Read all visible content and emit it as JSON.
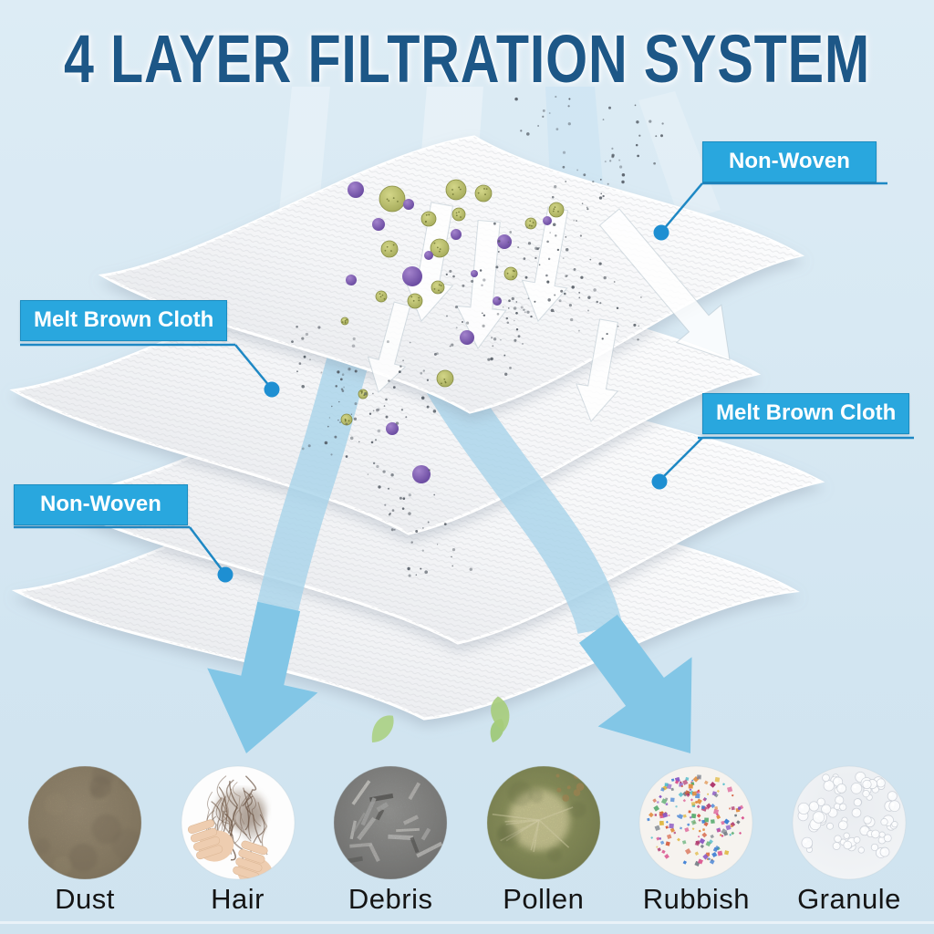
{
  "title": "4 LAYER FILTRATION SYSTEM",
  "callouts": [
    {
      "id": "top-right",
      "label": "Non-Woven"
    },
    {
      "id": "mid-left",
      "label": "Melt Brown Cloth"
    },
    {
      "id": "mid-right",
      "label": "Melt Brown Cloth"
    },
    {
      "id": "bottom-left",
      "label": "Non-Woven"
    }
  ],
  "layers_in_order": [
    "Non-Woven",
    "Melt Brown Cloth",
    "Melt Brown Cloth",
    "Non-Woven"
  ],
  "filtered_items": [
    "Dust",
    "Hair",
    "Debris",
    "Pollen",
    "Rubbish",
    "Granule"
  ],
  "colors": {
    "background_top": "#ddecf5",
    "background_bottom": "#cfe3ef",
    "title_blue": "#1d5787",
    "label_box_blue": "#29a7de",
    "leader_line_blue": "#1e88c4",
    "leader_dot_blue": "#1e8fd2",
    "air_stream_blue": "#a8d3ea",
    "big_arrow_blue": "#82c6e6",
    "caption_black": "#141414"
  }
}
